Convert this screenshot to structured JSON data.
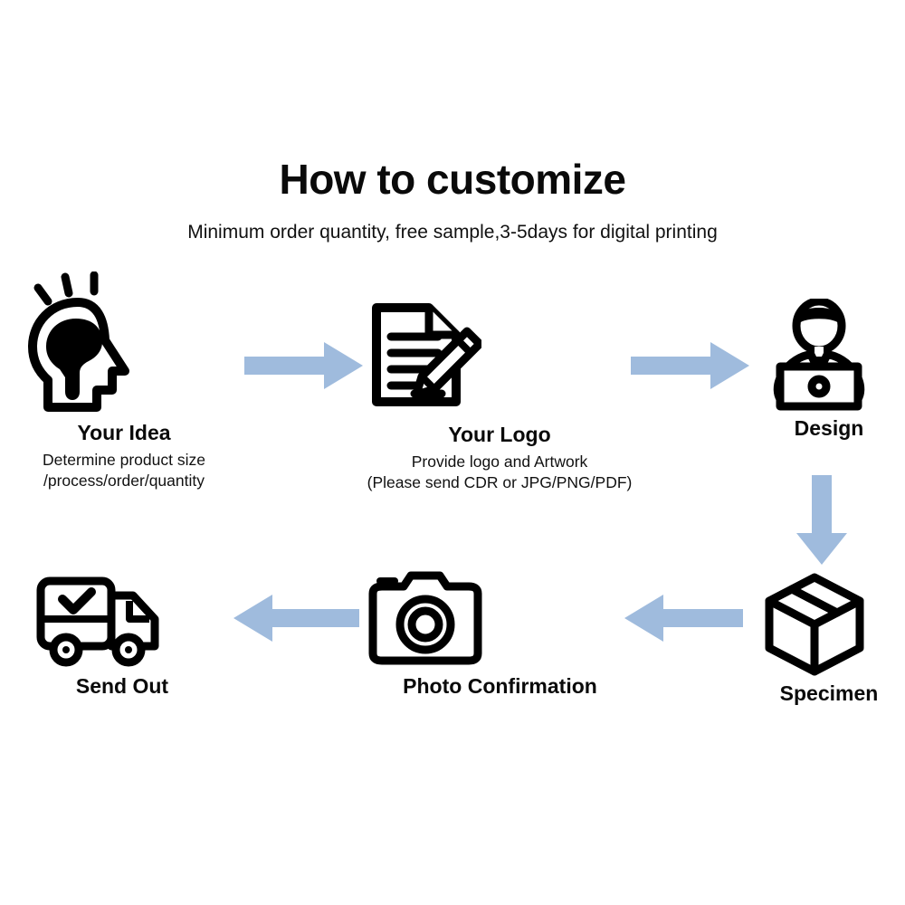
{
  "header": {
    "title": "How to customize",
    "subtitle": "Minimum order quantity, free sample,3-5days for digital printing"
  },
  "colors": {
    "arrow": "#9FBBDD",
    "ink": "#000000",
    "background": "#FFFFFF"
  },
  "steps": [
    {
      "id": "idea",
      "icon": "head-lightbulb-icon",
      "label": "Your Idea",
      "desc_line1": "Determine product size",
      "desc_line2": "/process/order/quantity"
    },
    {
      "id": "logo",
      "icon": "document-pencil-icon",
      "label": "Your Logo",
      "desc_line1": "Provide logo and Artwork",
      "desc_line2": "(Please send CDR or JPG/PNG/PDF)"
    },
    {
      "id": "design",
      "icon": "person-laptop-icon",
      "label": "Design",
      "desc_line1": "",
      "desc_line2": ""
    },
    {
      "id": "specimen",
      "icon": "box-package-icon",
      "label": "Specimen",
      "desc_line1": "",
      "desc_line2": ""
    },
    {
      "id": "photo",
      "icon": "camera-icon",
      "label": "Photo Confirmation",
      "desc_line1": "",
      "desc_line2": ""
    },
    {
      "id": "sendout",
      "icon": "delivery-truck-check-icon",
      "label": "Send Out",
      "desc_line1": "",
      "desc_line2": ""
    }
  ],
  "arrows": [
    {
      "id": "idea-to-logo",
      "direction": "right",
      "icon": "arrow-right-icon"
    },
    {
      "id": "logo-to-design",
      "direction": "right",
      "icon": "arrow-right-icon"
    },
    {
      "id": "design-to-specimen",
      "direction": "down",
      "icon": "arrow-down-icon"
    },
    {
      "id": "specimen-to-photo",
      "direction": "left",
      "icon": "arrow-left-icon"
    },
    {
      "id": "photo-to-sendout",
      "direction": "left",
      "icon": "arrow-left-icon"
    }
  ]
}
